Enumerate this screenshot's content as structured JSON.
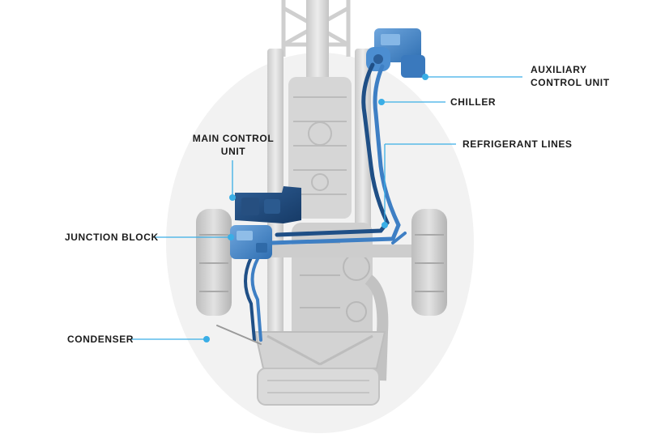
{
  "diagram": {
    "accent_color": "#3aaee6",
    "part_color": "#3e7fc4",
    "dark_part_color": "#1f4f86",
    "chassis_color": "#dcdcdc",
    "labels": {
      "auxiliary_line1": "AUXILIARY",
      "auxiliary_line2": "CONTROL UNIT",
      "chiller": "CHILLER",
      "refrigerant_lines": "REFRIGERANT LINES",
      "main_control_line1": "MAIN CONTROL",
      "main_control_line2": "UNIT",
      "junction_block": "JUNCTION BLOCK",
      "condenser": "CONDENSER"
    }
  }
}
